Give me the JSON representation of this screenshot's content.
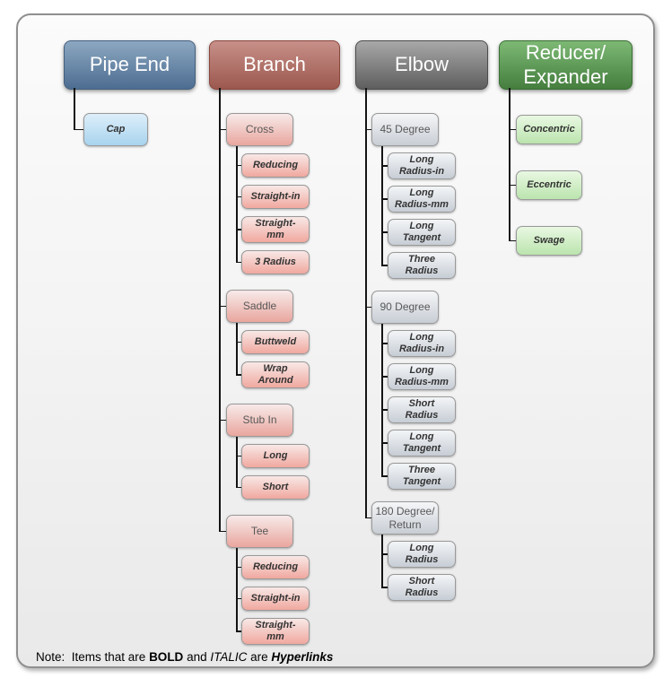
{
  "connector_color": "#141414",
  "columns": [
    {
      "id": "pipe-end",
      "header": {
        "label": "Pipe End"
      },
      "colors": {
        "header_top": "#8ca7c1",
        "header_bottom": "#4d6d91",
        "header_border": "#44607e",
        "group_top": "#ddeffa",
        "group_bottom": "#a8d3ee",
        "link_top": "#ddeffa",
        "link_bottom": "#a8d3ee"
      },
      "nodes": [
        {
          "label": "Cap",
          "indent": 0,
          "link": true
        }
      ]
    },
    {
      "id": "branch",
      "header": {
        "label": "Branch"
      },
      "colors": {
        "header_top": "#c79089",
        "header_bottom": "#9c584e",
        "header_border": "#8a463c",
        "group_top": "#f7eae9",
        "group_bottom": "#e9a69e",
        "link_top": "#f8e8e6",
        "link_bottom": "#f0a89f"
      },
      "nodes": [
        {
          "label": "Cross",
          "indent": 0,
          "link": false
        },
        {
          "label": "Reducing",
          "indent": 1,
          "link": true
        },
        {
          "label": "Straight-in",
          "indent": 1,
          "link": true
        },
        {
          "label": "Straight-\nmm",
          "indent": 1,
          "link": true
        },
        {
          "label": "3 Radius",
          "indent": 1,
          "link": true
        },
        {
          "label": "Saddle",
          "indent": 0,
          "link": false
        },
        {
          "label": "Buttweld",
          "indent": 1,
          "link": true
        },
        {
          "label": "Wrap\nAround",
          "indent": 1,
          "link": true
        },
        {
          "label": "Stub In",
          "indent": 0,
          "link": false
        },
        {
          "label": "Long",
          "indent": 1,
          "link": true
        },
        {
          "label": "Short",
          "indent": 1,
          "link": true
        },
        {
          "label": "Tee",
          "indent": 0,
          "link": false
        },
        {
          "label": "Reducing",
          "indent": 1,
          "link": true
        },
        {
          "label": "Straight-in",
          "indent": 1,
          "link": true
        },
        {
          "label": "Straight-\nmm",
          "indent": 1,
          "link": true
        }
      ]
    },
    {
      "id": "elbow",
      "header": {
        "label": "Elbow"
      },
      "colors": {
        "header_top": "#a8a8a8",
        "header_bottom": "#5e5e5e",
        "header_border": "#4c4c4c",
        "group_top": "#f5f6f8",
        "group_bottom": "#c8cdd5",
        "link_top": "#f3f5f7",
        "link_bottom": "#c7cdd5"
      },
      "nodes": [
        {
          "label": "45 Degree",
          "indent": 0,
          "link": false
        },
        {
          "label": "Long\nRadius-in",
          "indent": 1,
          "link": true
        },
        {
          "label": "Long\nRadius-mm",
          "indent": 1,
          "link": true
        },
        {
          "label": "Long\nTangent",
          "indent": 1,
          "link": true
        },
        {
          "label": "Three\nRadius",
          "indent": 1,
          "link": true
        },
        {
          "label": "90 Degree",
          "indent": 0,
          "link": false
        },
        {
          "label": "Long\nRadius-in",
          "indent": 1,
          "link": true
        },
        {
          "label": "Long\nRadius-mm",
          "indent": 1,
          "link": true
        },
        {
          "label": "Short\nRadius",
          "indent": 1,
          "link": true
        },
        {
          "label": "Long\nTangent",
          "indent": 1,
          "link": true
        },
        {
          "label": "Three\nTangent",
          "indent": 1,
          "link": true
        },
        {
          "label": "180 Degree/\nReturn",
          "indent": 0,
          "link": false
        },
        {
          "label": "Long\nRadius",
          "indent": 1,
          "link": true
        },
        {
          "label": "Short\nRadius",
          "indent": 1,
          "link": true
        }
      ]
    },
    {
      "id": "reducer-expander",
      "header": {
        "label": "Reducer/\nExpander"
      },
      "colors": {
        "header_top": "#7db975",
        "header_bottom": "#457e3e",
        "header_border": "#3a6f34",
        "group_top": "#e9f8e2",
        "group_bottom": "#bbe4ae",
        "link_top": "#e9f8e2",
        "link_bottom": "#bbe4ae"
      },
      "nodes": [
        {
          "label": "Concentric",
          "indent": 0,
          "link": true
        },
        {
          "label": "Eccentric",
          "indent": 0,
          "link": true
        },
        {
          "label": "Swage",
          "indent": 0,
          "link": true
        }
      ]
    }
  ],
  "note": {
    "parts": [
      {
        "text": "Note:  Items that are ",
        "style": "normal"
      },
      {
        "text": "BOLD",
        "style": "bold"
      },
      {
        "text": " and ",
        "style": "normal"
      },
      {
        "text": "ITALIC",
        "style": "italic"
      },
      {
        "text": " are ",
        "style": "normal"
      },
      {
        "text": "Hyperlinks",
        "style": "bold-italic"
      }
    ]
  }
}
